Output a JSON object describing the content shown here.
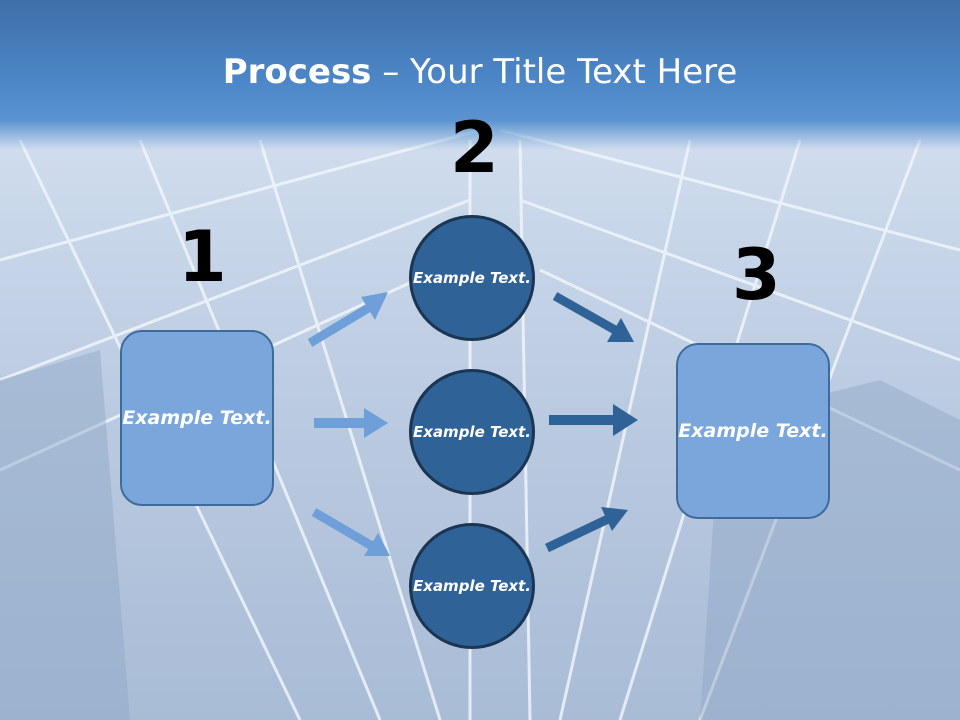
{
  "title": {
    "bold": "Process",
    "rest": " – Your Title Text Here"
  },
  "numbers": [
    "1",
    "2",
    "3"
  ],
  "left_box": "Example Text.",
  "right_box": "Example Text.",
  "circles": [
    "Example Text.",
    "Example Text.",
    "Example Text."
  ],
  "colors": {
    "box_fill": "#7aa6dc",
    "circle_fill": "#2f6397",
    "arrow_light": "#6e9fd8",
    "arrow_dark": "#2f6397"
  }
}
